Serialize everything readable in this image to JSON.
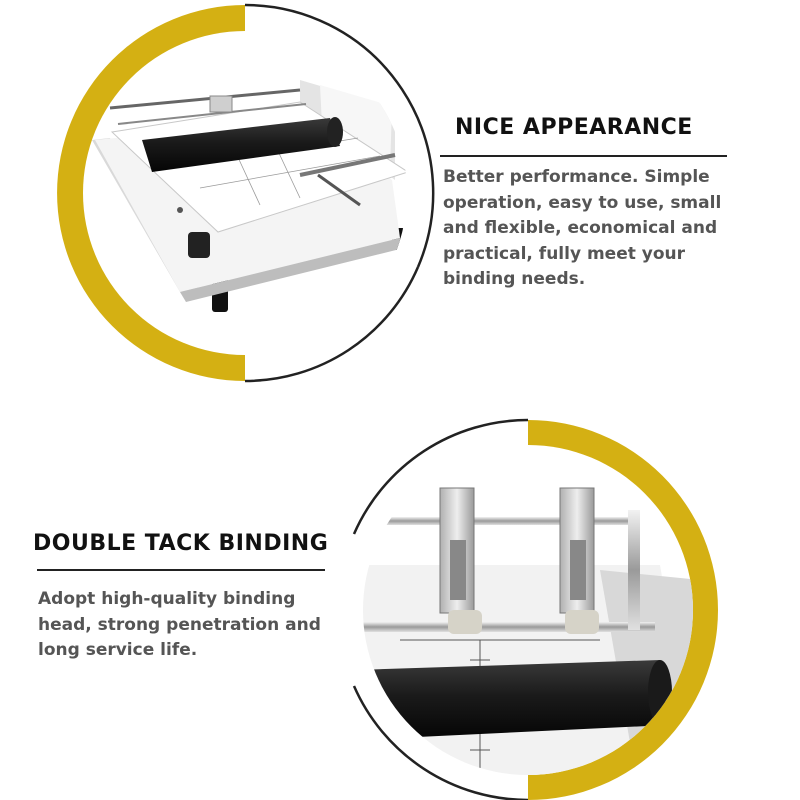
{
  "sections": [
    {
      "title": "NICE APPEARANCE",
      "lines": [
        "Better performance. Simple",
        "operation, easy to use, small",
        "and flexible, economical and",
        "practical, fully meet your",
        "binding needs."
      ]
    },
    {
      "title": "DOUBLE TACK BINDING",
      "lines": [
        "Adopt high-quality binding",
        "head, strong penetration and",
        "long service life."
      ]
    }
  ],
  "colors": {
    "accent_gold": "#d4b013",
    "ring_dark": "#222222",
    "heading": "#111111",
    "body_text": "#555555"
  },
  "icons": [
    "binding-machine-photo",
    "binding-heads-closeup-photo"
  ]
}
